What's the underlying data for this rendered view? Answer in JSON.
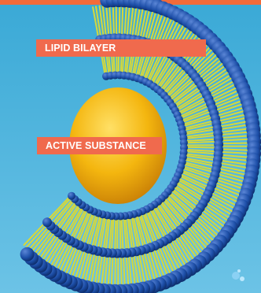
{
  "labels": {
    "lipid_bilayer": "LIPID BILAYER",
    "active_substance": "ACTIVE SUBSTANCE"
  },
  "colors": {
    "background_top": "#3aa9d6",
    "background_bottom": "#6cc3e6",
    "top_bar": "#f26b3a",
    "label_bg": "#f06a4d",
    "head_blue": "#1d4fa8",
    "head_highlight": "#5b86d6",
    "tail_yellow": "#d6d83a",
    "core_yellow": "#f4b60f",
    "core_highlight": "#ffe066"
  },
  "image": {
    "subject": "liposome cross-section",
    "corner_mark": "bubble-logo-icon"
  }
}
